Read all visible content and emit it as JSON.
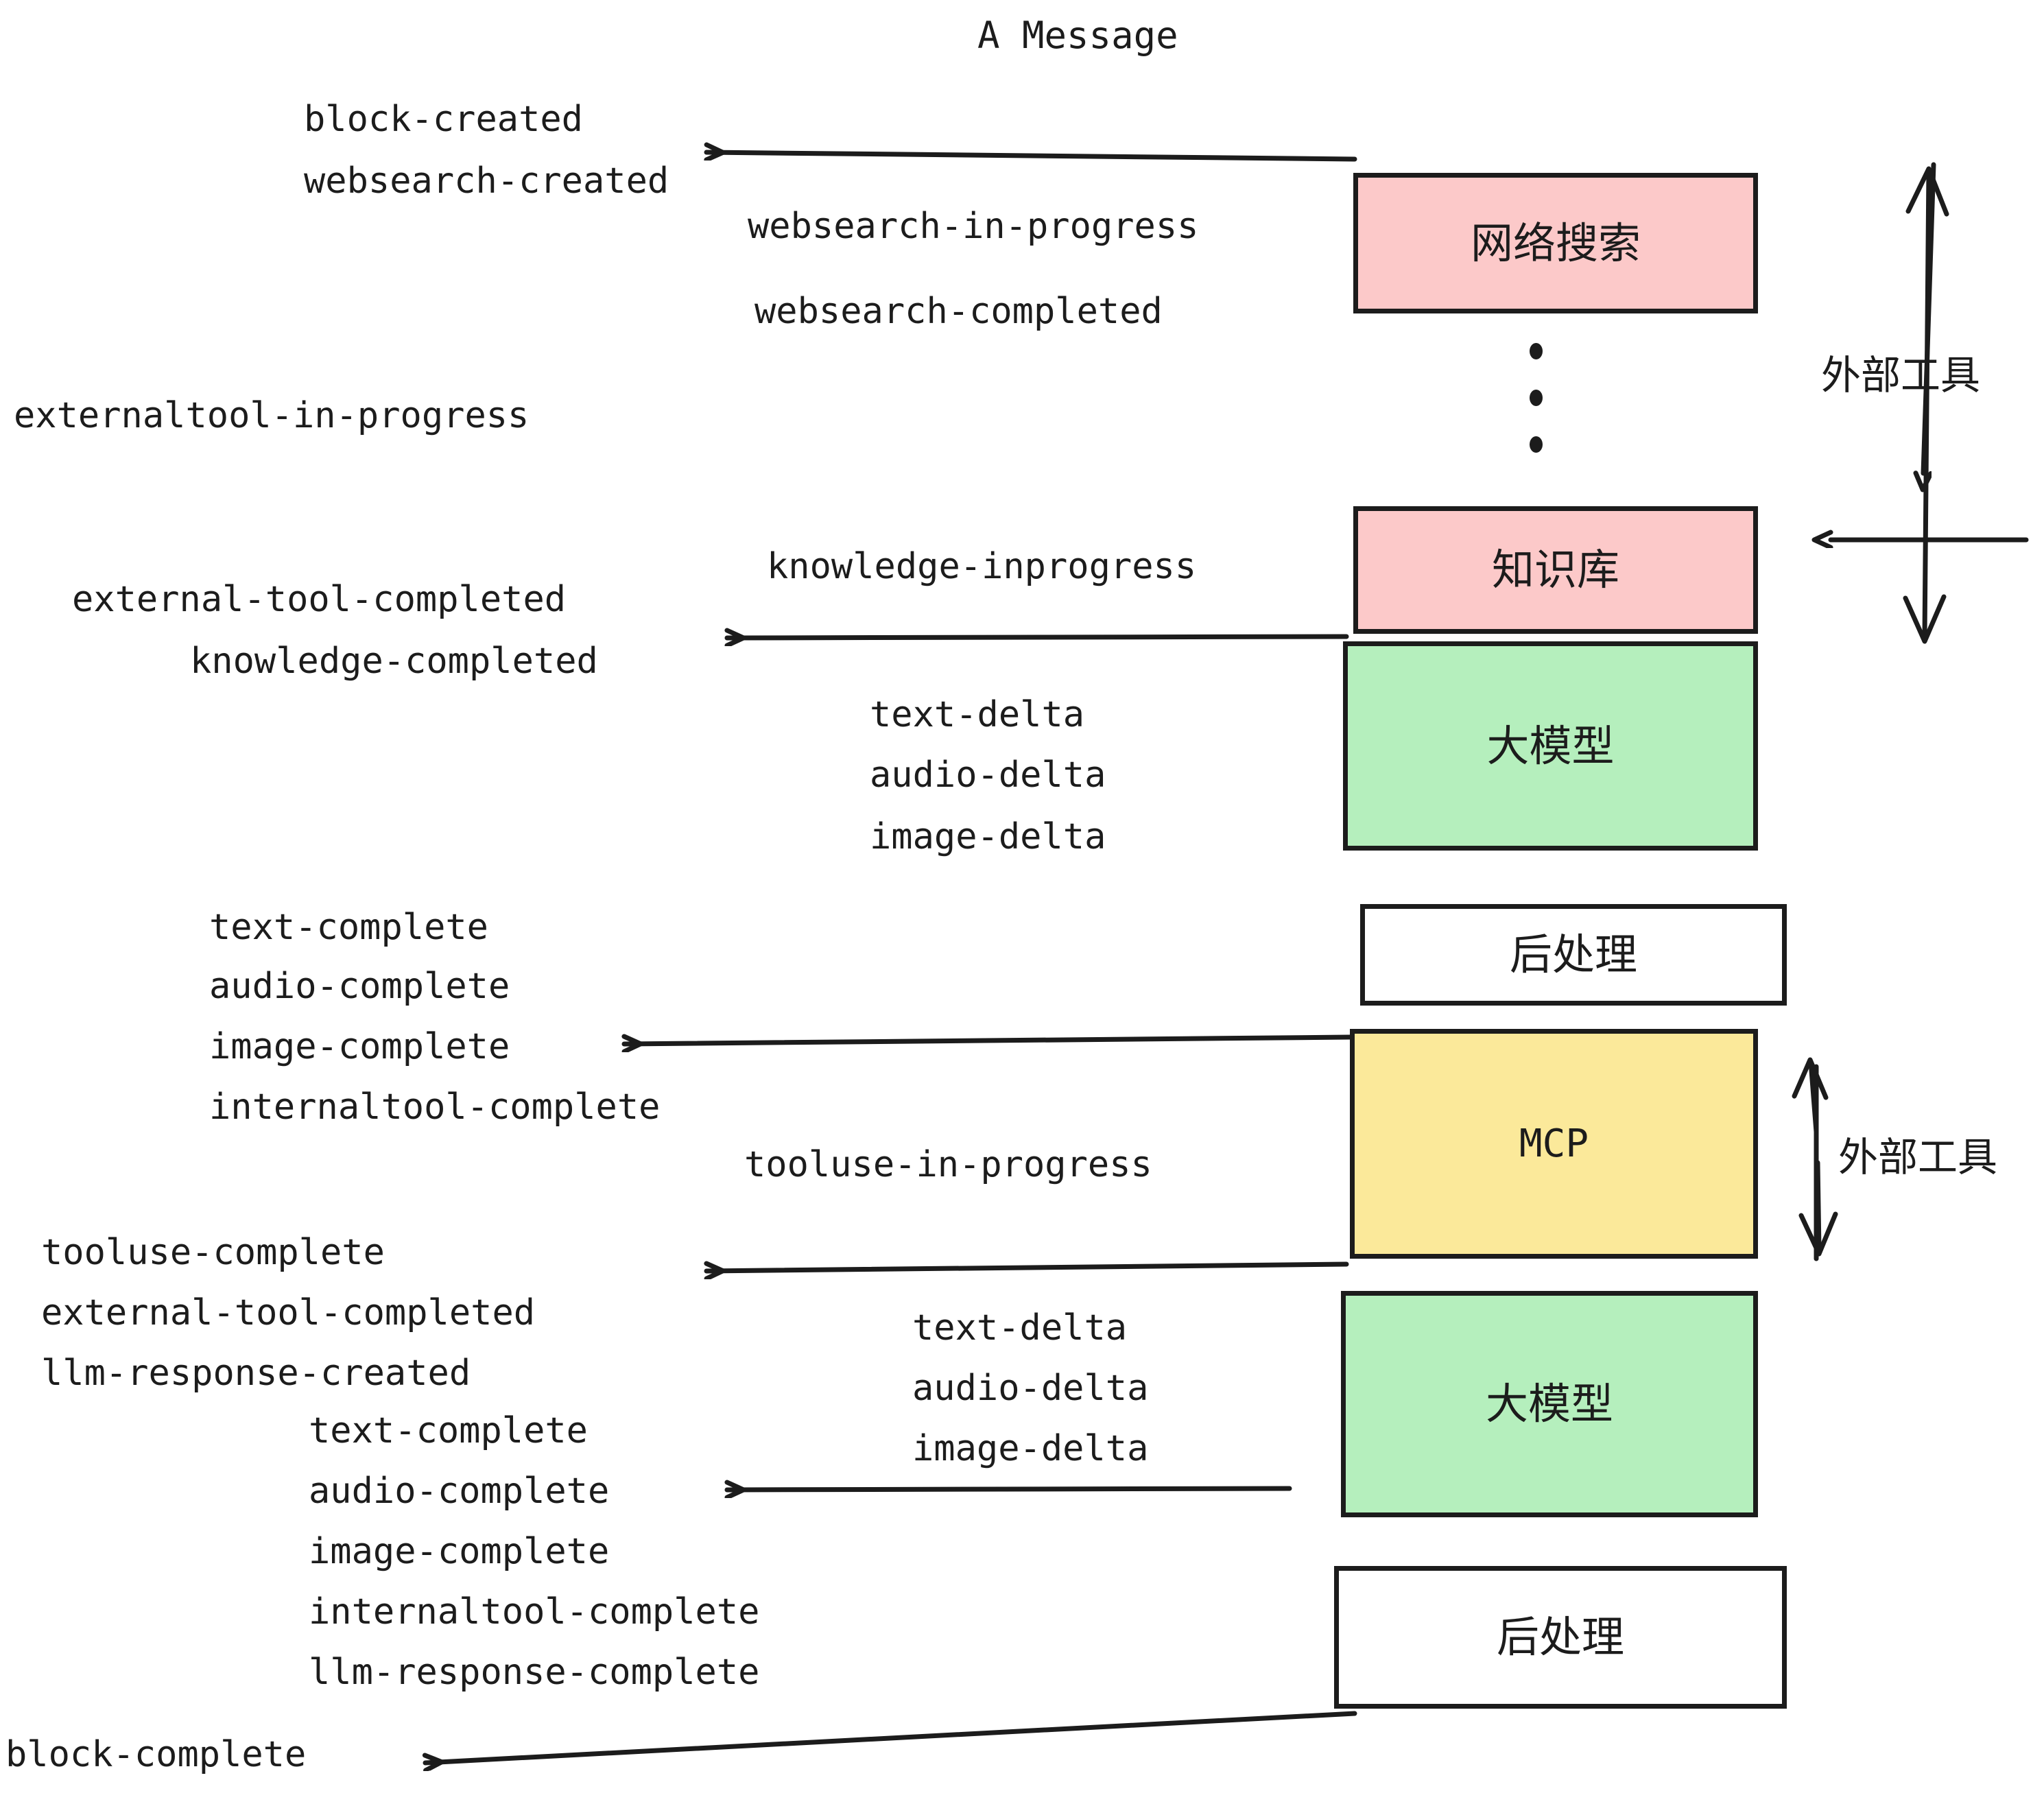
{
  "title": "A Message",
  "colors": {
    "pink": "#fcc9c9",
    "green": "#b5efbd",
    "yellow": "#fbe99a",
    "white": "#ffffff",
    "stroke": "#1c1c1c",
    "background": "#ffffff"
  },
  "boxes": {
    "websearch": "网络搜索",
    "knowledge": "知识库",
    "llm_first": "大模型",
    "postprocess_first": "后处理",
    "mcp": "MCP",
    "llm_second": "大模型",
    "postprocess_second": "后处理"
  },
  "annotations": {
    "external_tool_upper": "外部工具",
    "external_tool_lower": "外部工具"
  },
  "events": {
    "block_created": "block-created",
    "websearch_created": "websearch-created",
    "websearch_in_progress": "websearch-in-progress",
    "websearch_completed": "websearch-completed",
    "externaltool_in_progress": "externaltool-in-progress",
    "knowledge_inprogress": "knowledge-inprogress",
    "external_tool_completed_1": "external-tool-completed",
    "knowledge_completed": "knowledge-completed",
    "text_delta_1": "text-delta",
    "audio_delta_1": "audio-delta",
    "image_delta_1": "image-delta",
    "text_complete_1": "text-complete",
    "audio_complete_1": "audio-complete",
    "image_complete_1": "image-complete",
    "internaltool_complete_1": "internaltool-complete",
    "tooluse_in_progress": "tooluse-in-progress",
    "tooluse_complete": "tooluse-complete",
    "external_tool_completed_2": "external-tool-completed",
    "llm_response_created": "llm-response-created",
    "text_delta_2": "text-delta",
    "audio_delta_2": "audio-delta",
    "image_delta_2": "image-delta",
    "text_complete_2": "text-complete",
    "audio_complete_2": "audio-complete",
    "image_complete_2": "image-complete",
    "internaltool_complete_2": "internaltool-complete",
    "llm_response_complete": "llm-response-complete",
    "block_complete": "block-complete"
  }
}
